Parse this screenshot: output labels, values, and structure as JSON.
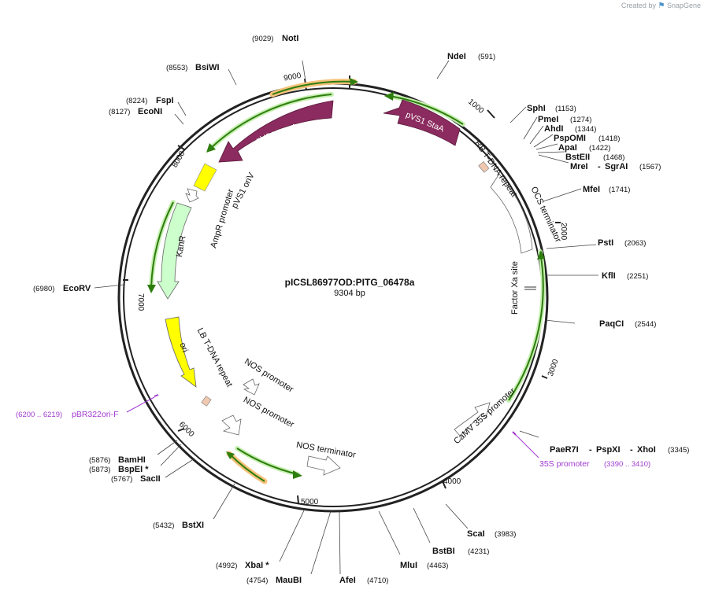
{
  "credit": {
    "prefix": "Created by",
    "brand": "SnapGene"
  },
  "plasmid": {
    "name": "pICSL86977OD:PITG_06478a",
    "length_label": "9304 bp"
  },
  "tick_labels": [
    "9000",
    "1000",
    "2000",
    "3000",
    "4000",
    "5000",
    "6000",
    "7000",
    "8000"
  ],
  "sites": [
    {
      "name": "NotI",
      "pos": "(9029)"
    },
    {
      "name": "BsiWI",
      "pos": "(8553)"
    },
    {
      "name": "FspI",
      "pos": "(8224)"
    },
    {
      "name": "EcoNI",
      "pos": "(8127)"
    },
    {
      "name": "EcoRV",
      "pos": "(6980)"
    },
    {
      "name": "BamHI",
      "pos": "(5876)"
    },
    {
      "name": "BspEI *",
      "pos": "(5873)"
    },
    {
      "name": "SacII",
      "pos": "(5767)"
    },
    {
      "name": "BstXI",
      "pos": "(5432)"
    },
    {
      "name": "XbaI *",
      "pos": "(4992)"
    },
    {
      "name": "MauBI",
      "pos": "(4754)"
    },
    {
      "name": "AfeI",
      "pos": "(4710)"
    },
    {
      "name": "MluI",
      "pos": "(4463)"
    },
    {
      "name": "BstBI",
      "pos": "(4231)"
    },
    {
      "name": "ScaI",
      "pos": "(3983)"
    },
    {
      "name": "PaeR7I",
      "sep1": "-",
      "name2": "PspXI",
      "sep2": "-",
      "name3": "XhoI",
      "pos": "(3345)"
    },
    {
      "name": "PaqCI",
      "pos": "(2544)"
    },
    {
      "name": "KflI",
      "pos": "(2251)"
    },
    {
      "name": "PstI",
      "pos": "(2063)"
    },
    {
      "name": "MfeI",
      "pos": "(1741)"
    },
    {
      "name": "MreI",
      "sep1": "-",
      "name2": "SgrAI",
      "pos": "(1567)"
    },
    {
      "name": "BstEII",
      "pos": "(1468)"
    },
    {
      "name": "ApaI",
      "pos": "(1422)"
    },
    {
      "name": "PspOMI",
      "pos": "(1418)"
    },
    {
      "name": "AhdI",
      "pos": "(1344)"
    },
    {
      "name": "PmeI",
      "pos": "(1274)"
    },
    {
      "name": "SphI",
      "pos": "(1153)"
    },
    {
      "name": "NdeI",
      "pos": "(591)"
    }
  ],
  "primers": [
    {
      "name": "pBR322ori-F",
      "pos": "(6200 .. 6219)"
    },
    {
      "name": "35S promoter",
      "pos": "(3390 .. 3410)"
    }
  ],
  "features": {
    "pvs1_repa": "pVS1 RepA",
    "pvs1_staa": "pVS1 StaA",
    "pvs1_oriv": "pVS1 oriV",
    "ampr_promoter": "AmpR promoter",
    "kanr": "KanR",
    "ori": "ori",
    "lb_repeat": "LB T-DNA repeat",
    "nos_promoter_1": "NOS promoter",
    "nos_promoter_2": "NOS promoter",
    "nos_terminator": "NOS terminator",
    "camv_35s": "CaMV 35S promoter",
    "factor_xa": "Factor Xa site",
    "ocs_terminator": "OCS terminator",
    "rb_repeat": "RB T-DNA repeat"
  },
  "colors": {
    "backbone": "#222222",
    "repa_staa": "#8b2b5f",
    "oriv_ori": "#ffff00",
    "kanr": "#ccffcc",
    "cds_green": "#2e7d0f",
    "orange_glow": "#f2b35b",
    "primer": "#a13ad1",
    "repeat": "#f0c8b0"
  }
}
